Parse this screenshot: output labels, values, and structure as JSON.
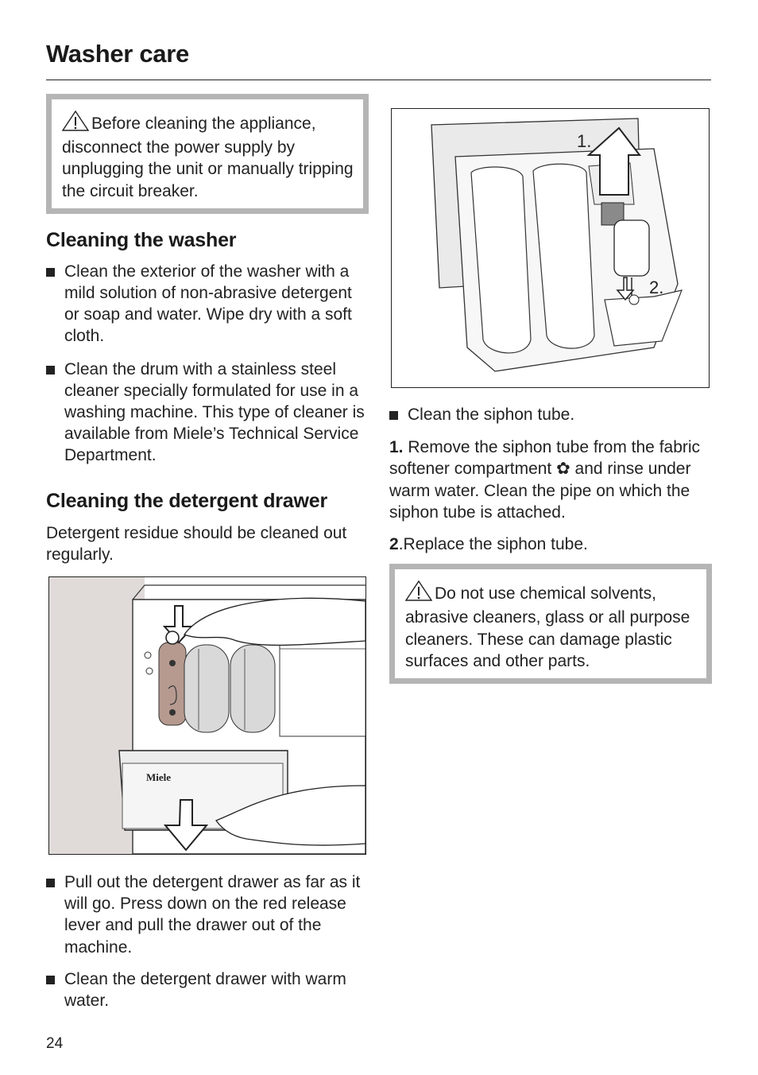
{
  "page": {
    "title": "Washer care",
    "page_number": "24"
  },
  "left": {
    "warning": "Before cleaning the appliance, disconnect the power supply by unplugging the unit or manually tripping the circuit breaker.",
    "cleaning_washer": {
      "heading": "Cleaning the washer",
      "bullets": [
        "Clean the exterior of the washer with a mild solution of non-abrasive detergent or soap and water. Wipe dry with a soft cloth.",
        "Clean the drum with a stainless steel cleaner specially formulated for use in a washing machine. This type of cleaner is available from Miele’s Technical Service Department."
      ]
    },
    "cleaning_drawer": {
      "heading": "Cleaning the detergent drawer",
      "intro": "Detergent residue should be cleaned out regularly.",
      "figure_brand": "Miele",
      "bullets": [
        "Pull out the detergent drawer as far as it will go. Press down on the red release lever and pull the drawer out of the machine.",
        "Clean the detergent drawer with warm water."
      ]
    }
  },
  "right": {
    "figure_labels": [
      "1.",
      "2."
    ],
    "bullet": "Clean the siphon tube.",
    "step1_num": "1.",
    "step1_text": " Remove the siphon tube from the fabric softener compartment ",
    "step1_symbol": "✿",
    "step1_text2": " and rinse under warm water. Clean the pipe on which the siphon tube is attached.",
    "step2_num": "2",
    "step2_text": ".Replace the siphon tube.",
    "warning": "Do not use chemical solvents, abrasive cleaners, glass or all purpose cleaners.  These can damage plastic surfaces and other parts."
  }
}
